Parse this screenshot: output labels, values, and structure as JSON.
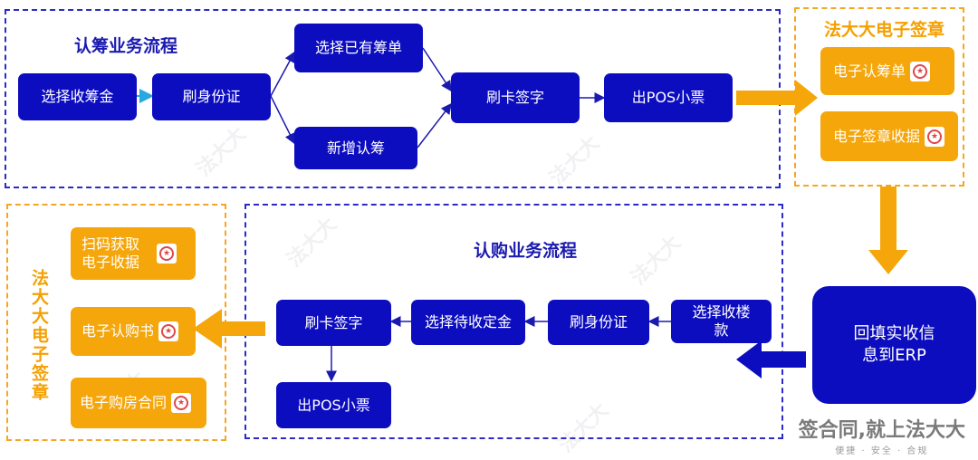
{
  "top_group": {
    "title": "认筹业务流程",
    "steps": {
      "select_fund": "选择收筹金",
      "swipe_id_1": "刷身份证",
      "select_existing": "选择已有筹单",
      "new_subscription": "新增认筹",
      "card_sign_1": "刷卡签字",
      "pos_receipt_1": "出POS小票"
    }
  },
  "right_esign": {
    "title": "法大大电子签章",
    "items": [
      "电子认筹单",
      "电子签章收据"
    ]
  },
  "erp_box": {
    "label": "回填实收信息到ERP"
  },
  "bottom_group": {
    "title": "认购业务流程",
    "steps": {
      "select_payment": "选择收楼款",
      "swipe_id_2": "刷身份证",
      "select_deposit": "选择待收定金",
      "card_sign_2": "刷卡签字",
      "pos_receipt_2": "出POS小票"
    }
  },
  "left_esign": {
    "title": "法大大电子签章",
    "items": [
      "扫码获取电子收据",
      "电子认购书",
      "电子购房合同"
    ]
  },
  "logo": {
    "main": "签合同,就上法大大",
    "sub": "便捷 · 安全 · 合规"
  },
  "colors": {
    "blue": "#0d0dc0",
    "orange": "#f5a60a",
    "dash_blue": "#2b2bc8",
    "dash_orange": "#f5a623"
  }
}
